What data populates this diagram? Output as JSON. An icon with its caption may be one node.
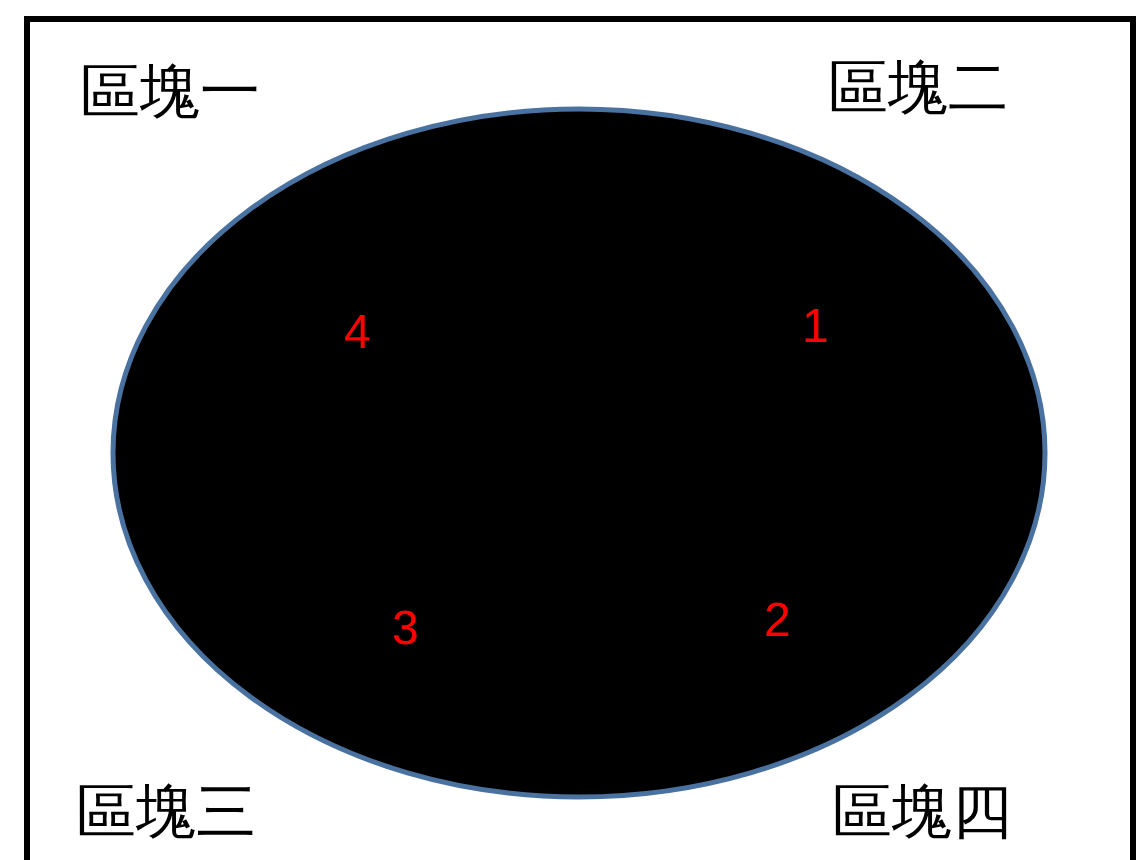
{
  "diagram": {
    "nodes": [
      {
        "text": [
          "4",
          "1",
          "3",
          "2"
        ]
      }
    ],
    "labels": [
      "區塊一",
      "區塊二",
      "區塊三",
      "區塊四"
    ]
  }
}
